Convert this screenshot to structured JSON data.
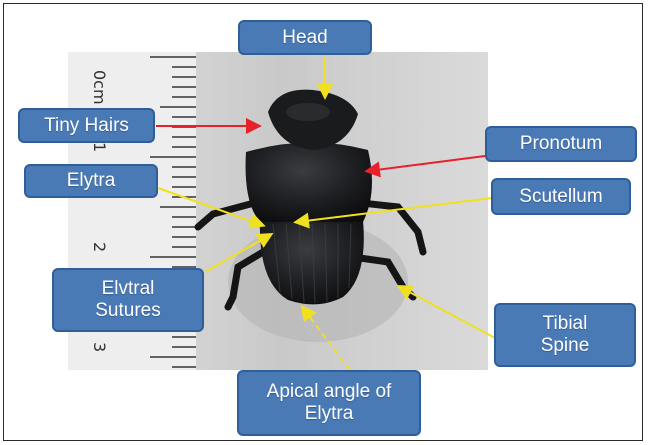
{
  "figure": {
    "labels": {
      "head": "Head",
      "tiny_hairs": "Tiny Hairs",
      "pronotum": "Pronotum",
      "elytra": "Elytra",
      "scutellum": "Scutellum",
      "elytral_sutures_line1": "Elvtral",
      "elytral_sutures_line2": "Sutures",
      "tibial_spine_line1": "Tibial",
      "tibial_spine_line2": "Spine",
      "apical_angle_line1": "Apical angle of",
      "apical_angle_line2": "Elytra"
    },
    "ruler": {
      "marks": [
        "0cm",
        "1",
        "2",
        "3"
      ]
    },
    "colors": {
      "label_fill": "#4a7ab6",
      "label_border": "#2e5f99",
      "arrow_red": "#e8202a",
      "arrow_yellow": "#f0e020",
      "beetle": "#1c1d1f"
    }
  }
}
